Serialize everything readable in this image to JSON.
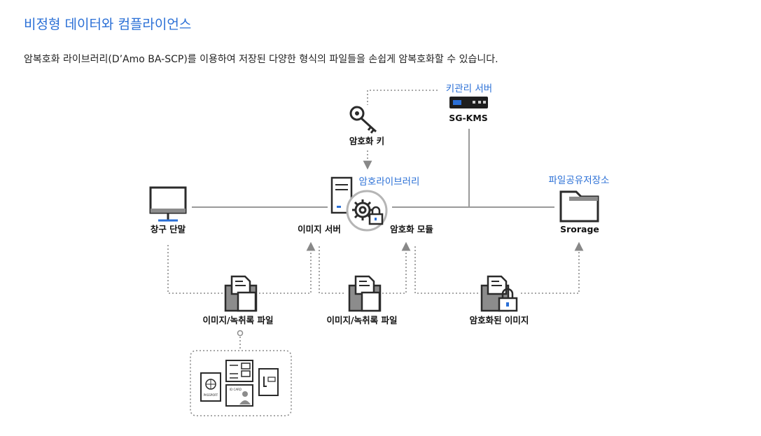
{
  "heading": "비정형 데이터와 컴플라이언스",
  "description": "암복호화 라이브러리(D’Amo BA-SCP)를 이용하여 저장된 다양한 형식의 파일들을 손쉽게 암복호화할 수 있습니다.",
  "nodes": {
    "kms_title": "키관리 서버",
    "kms_name": "SG-KMS",
    "key": "암호화 키",
    "library": "암호라이브러리",
    "terminal": "창구 단말",
    "image_server": "이미지 서버",
    "crypto_module": "암호화 모듈",
    "storage_title": "파일공유저장소",
    "storage_name": "Srorage",
    "file1": "이미지/녹취록 파일",
    "file2": "이미지/녹취록 파일",
    "encrypted": "암호화된 이미지"
  },
  "id_docs": {
    "passport": "PASSPORT",
    "id_card": "ID CARD"
  },
  "colors": {
    "accent": "#2a6fd6",
    "line": "#9a9a9a",
    "icon_dark": "#2b2b2b",
    "icon_gray": "#8c8c8c"
  }
}
